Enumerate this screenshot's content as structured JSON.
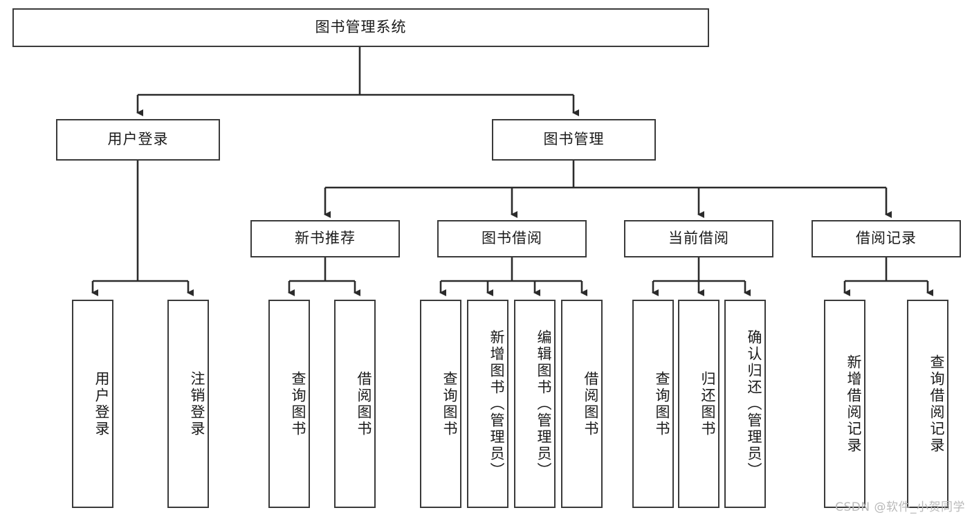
{
  "diagram": {
    "type": "tree",
    "title": "图书管理系统",
    "orientation": "top-down",
    "colors": {
      "background": "#ffffff",
      "box_border": "#3a3a3a",
      "box_fill": "#ffffff",
      "text": "#1a1a1a",
      "connector": "#2b2b2b",
      "watermark": "#b9b9b9"
    },
    "root": {
      "label": "图书管理系统"
    },
    "level2": [
      {
        "label": "用户登录"
      },
      {
        "label": "图书管理"
      }
    ],
    "level3": [
      {
        "label": "新书推荐"
      },
      {
        "label": "图书借阅"
      },
      {
        "label": "当前借阅"
      },
      {
        "label": "借阅记录"
      }
    ],
    "leaves": {
      "user_login": [
        {
          "label": "用户登录"
        },
        {
          "label": "注销登录"
        }
      ],
      "new_book_recommend": [
        {
          "label": "查询图书"
        },
        {
          "label": "借阅图书"
        }
      ],
      "book_borrow": [
        {
          "label": "查询图书"
        },
        {
          "label": "新增图书（管理员）"
        },
        {
          "label": "编辑图书（管理员）"
        },
        {
          "label": "借阅图书"
        }
      ],
      "current_borrow": [
        {
          "label": "查询图书"
        },
        {
          "label": "归还图书"
        },
        {
          "label": "确认归还（管理员）"
        }
      ],
      "borrow_record": [
        {
          "label": "新增借阅记录"
        },
        {
          "label": "查询借阅记录"
        }
      ]
    }
  },
  "watermark": {
    "text": "CSDN @软件_小贺同学"
  }
}
